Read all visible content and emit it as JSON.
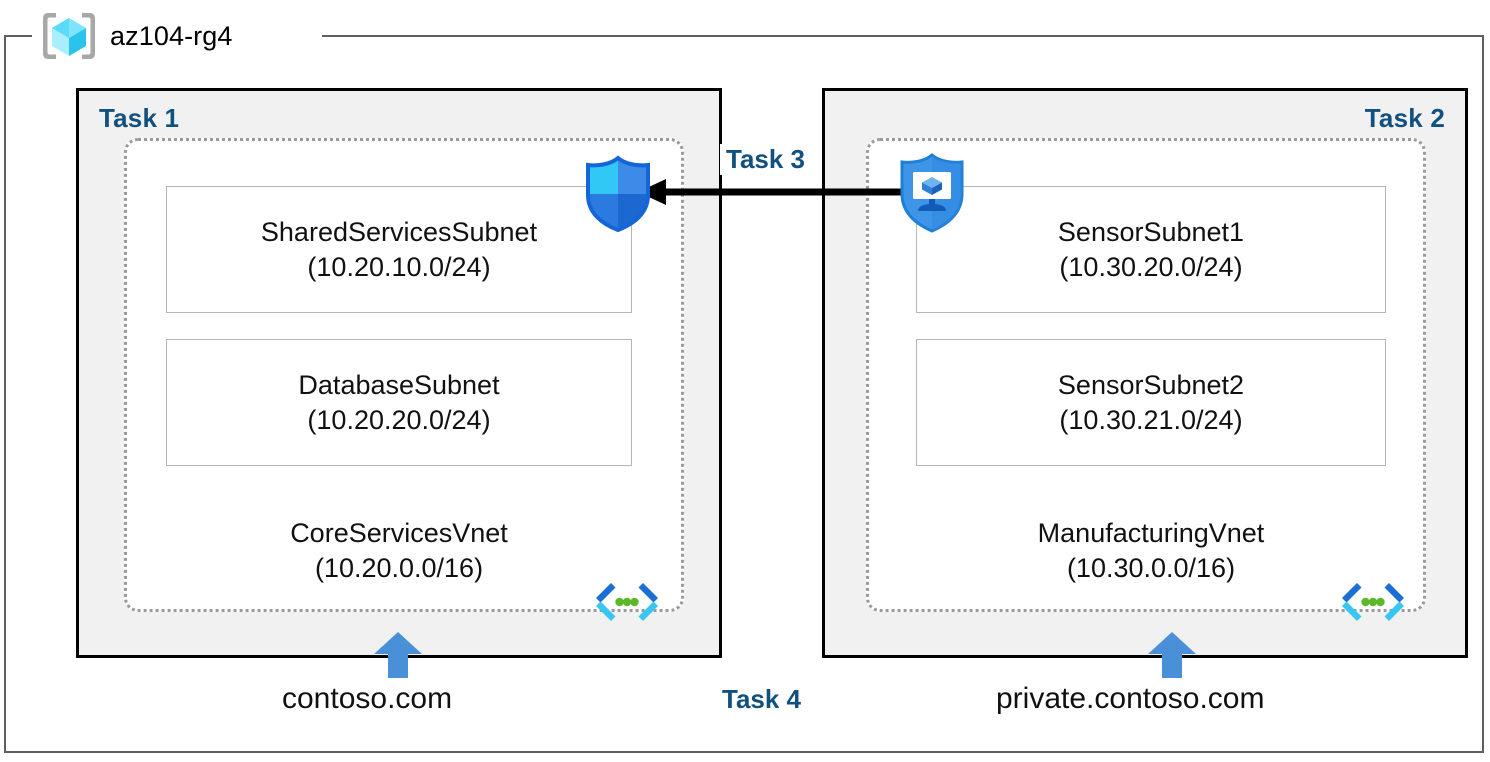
{
  "resource_group": {
    "name": "az104-rg4",
    "icon": "resource-group-cube-icon"
  },
  "panels": [
    {
      "id": "task1",
      "label": "Task 1",
      "label_align": "left",
      "vnet": {
        "name": "CoreServicesVnet",
        "cidr": "(10.20.0.0/16)",
        "icon": "virtual-network-icon",
        "subnets": [
          {
            "name": "SharedServicesSubnet",
            "cidr": "(10.20.10.0/24)"
          },
          {
            "name": "DatabaseSubnet",
            "cidr": "(10.20.20.0/24)"
          }
        ]
      },
      "dns_zone": "contoso.com"
    },
    {
      "id": "task2",
      "label": "Task 2",
      "label_align": "right",
      "vnet": {
        "name": "ManufacturingVnet",
        "cidr": "(10.30.0.0/16)",
        "icon": "virtual-network-icon",
        "subnets": [
          {
            "name": "SensorSubnet1",
            "cidr": "(10.30.20.0/24)"
          },
          {
            "name": "SensorSubnet2",
            "cidr": "(10.30.21.0/24)"
          }
        ]
      },
      "dns_zone": "private.contoso.com"
    }
  ],
  "connection": {
    "label": "Task 3",
    "icon_source": "security-shield-vm-icon",
    "icon_target": "network-security-group-shield-icon",
    "direction": "right-to-left"
  },
  "dns_task": {
    "label": "Task 4"
  },
  "colors": {
    "task_label": "#11507f",
    "panel_fill": "#f1f1f1",
    "panel_border": "#000000",
    "vnet_dotted_border": "#9a9a9a",
    "subnet_border": "#b5b5b5",
    "arrow_blue": "#4a90d9",
    "arrow_black": "#000000",
    "shield_cyan": "#32c8f5",
    "shield_blue_light": "#3d8ae8",
    "shield_blue": "#2a7ae0",
    "shield_blue_dark": "#1b68d0",
    "vnet_icon_chevron_dark": "#1a6fd4",
    "vnet_icon_chevron_cyan": "#38c6f4",
    "vnet_icon_dot_green": "#5cb82a",
    "rg_frame": "#5e5e5e",
    "cube_cyan_light": "#7fe4fb",
    "cube_cyan": "#3fd0f5",
    "cube_cyan_dark": "#23b6e0"
  }
}
